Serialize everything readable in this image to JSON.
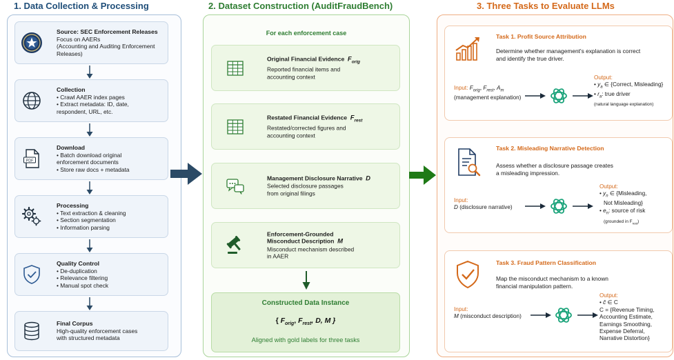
{
  "columns": {
    "c1_title": "1. Data Collection & Processing",
    "c2_title": "2. Dataset Construction (AuditFraudBench)",
    "c3_title": "3. Three Tasks to Evaluate LLMs"
  },
  "colors": {
    "blue": "#1f4e79",
    "green": "#2e7d32",
    "orange": "#d4691a",
    "arrow_dark": "#2b4a66"
  },
  "collection": {
    "steps": [
      {
        "icon": "sec-seal-icon",
        "title": "Source: SEC Enforcement Releases",
        "lines": [
          "Focus on AAERs",
          "(Accounting and Auditing Enforcement",
          "Releases)"
        ]
      },
      {
        "icon": "globe-icon",
        "title": "Collection",
        "lines": [
          "• Crawl AAER index pages",
          "• Extract metadata: ID, date,",
          "respondent, URL, etc."
        ]
      },
      {
        "icon": "pdf-file-icon",
        "icon_label": "PDF",
        "title": "Download",
        "lines": [
          "• Batch download original",
          "enforcement documents",
          "• Store raw docs + metadata"
        ]
      },
      {
        "icon": "gears-icon",
        "title": "Processing",
        "lines": [
          "• Text extraction & cleaning",
          "• Section segmentation",
          "• Information parsing"
        ]
      },
      {
        "icon": "shield-check-icon",
        "title": "Quality Control",
        "lines": [
          "• De-duplication",
          "• Relevance filtering",
          "• Manual spot check"
        ]
      },
      {
        "icon": "database-icon",
        "title": "Final Corpus",
        "lines": [
          "High-quality enforcement cases",
          "with structured metadata"
        ]
      }
    ]
  },
  "construction": {
    "header": "For each enforcement case",
    "cards": [
      {
        "icon": "table-icon",
        "title": "Original Financial Evidence",
        "sym": "F",
        "sub": "orig",
        "lines": [
          "Reported financial items and",
          "accounting context"
        ]
      },
      {
        "icon": "table-icon",
        "title": "Restated Financial Evidence",
        "sym": "F",
        "sub": "rest",
        "lines": [
          "Restated/corrected figures and",
          "accounting context"
        ]
      },
      {
        "icon": "chat-bubbles-icon",
        "title": "Management Disclosure Narrative",
        "sym": "D",
        "sub": "",
        "lines": [
          "Selected disclosure passages",
          "from original filings"
        ]
      },
      {
        "icon": "gavel-icon",
        "title": "Enforcement-Grounded",
        "title2": "Misconduct Description",
        "sym": "M",
        "sub": "",
        "lines": [
          "Misconduct mechanism described",
          "in AAER"
        ]
      }
    ],
    "instance": {
      "title": "Constructed Data Instance",
      "tuple": {
        "open": "{ ",
        "f1": "F",
        "f1_sub": "orig",
        "sep1": ", ",
        "f2": "F",
        "f2_sub": "rest",
        "rest": ", D, M }"
      },
      "note": "Aligned with gold labels for three tasks"
    }
  },
  "tasks": [
    {
      "icon": "growth-chart-icon",
      "title": "Task 1. Profit Source Attribution",
      "desc": [
        "Determine whether management's explanation is correct",
        "and identify the true driver."
      ],
      "input_label": "Input:",
      "input_parts": {
        "f1": "F",
        "f1_sub": "orig",
        "sep1": ", ",
        "f2": "F",
        "f2_sub": "rest",
        "sep2": ", ",
        "a": "A",
        "a_sub": "m"
      },
      "input_note": "(management explanation)",
      "output_label": "Output:",
      "output_lines": [
        {
          "bullet": "• ",
          "sym": "y",
          "sub": "a",
          "text": " ∈ {Correct, Misleading}"
        },
        {
          "bullet": "• ",
          "sym": "r",
          "sub": "a",
          "text": ": true driver"
        }
      ],
      "output_note": "(natural language explanation)"
    },
    {
      "icon": "document-search-icon",
      "title": "Task 2. Misleading Narrative Detection",
      "desc": [
        "Assess whether a disclosure passage creates",
        "a misleading impression."
      ],
      "input_label": "Input:",
      "input_sym": "D",
      "input_text": " (disclosure narrative)",
      "output_label": "Output:",
      "output_lines": [
        {
          "bullet": "• ",
          "sym": "y",
          "sub": "n",
          "text": " ∈ {Misleading,"
        },
        {
          "bullet": "",
          "sym": "",
          "sub": "",
          "text": "Not Misleading}"
        },
        {
          "bullet": "• ",
          "sym": "e",
          "sub": "n",
          "text": ": source of risk"
        }
      ],
      "output_note": {
        "pre": "(grounded in F",
        "sub": "rest",
        "post": ")"
      }
    },
    {
      "icon": "shield-check-icon",
      "title": "Task 3. Fraud Pattern Classification",
      "desc": [
        "Map the misconduct mechanism to a known",
        "financial manipulation pattern."
      ],
      "input_label": "Input:",
      "input_sym": "M",
      "input_text": " (misconduct description)",
      "output_label": "Output:",
      "output_lines": [
        {
          "bullet": "• ",
          "sym": "ĉ",
          "sub": "",
          "text": " ∈ C"
        },
        {
          "bullet": "",
          "sym": "",
          "sub": "",
          "text": "C = {Revenue Timing,"
        },
        {
          "bullet": "",
          "sym": "",
          "sub": "",
          "text": "Accounting Estimate,"
        },
        {
          "bullet": "",
          "sym": "",
          "sub": "",
          "text": "Earnings Smoothing,"
        },
        {
          "bullet": "",
          "sym": "",
          "sub": "",
          "text": "Expense Deferral,"
        },
        {
          "bullet": "",
          "sym": "",
          "sub": "",
          "text": "Narrative Distortion}"
        }
      ]
    }
  ]
}
